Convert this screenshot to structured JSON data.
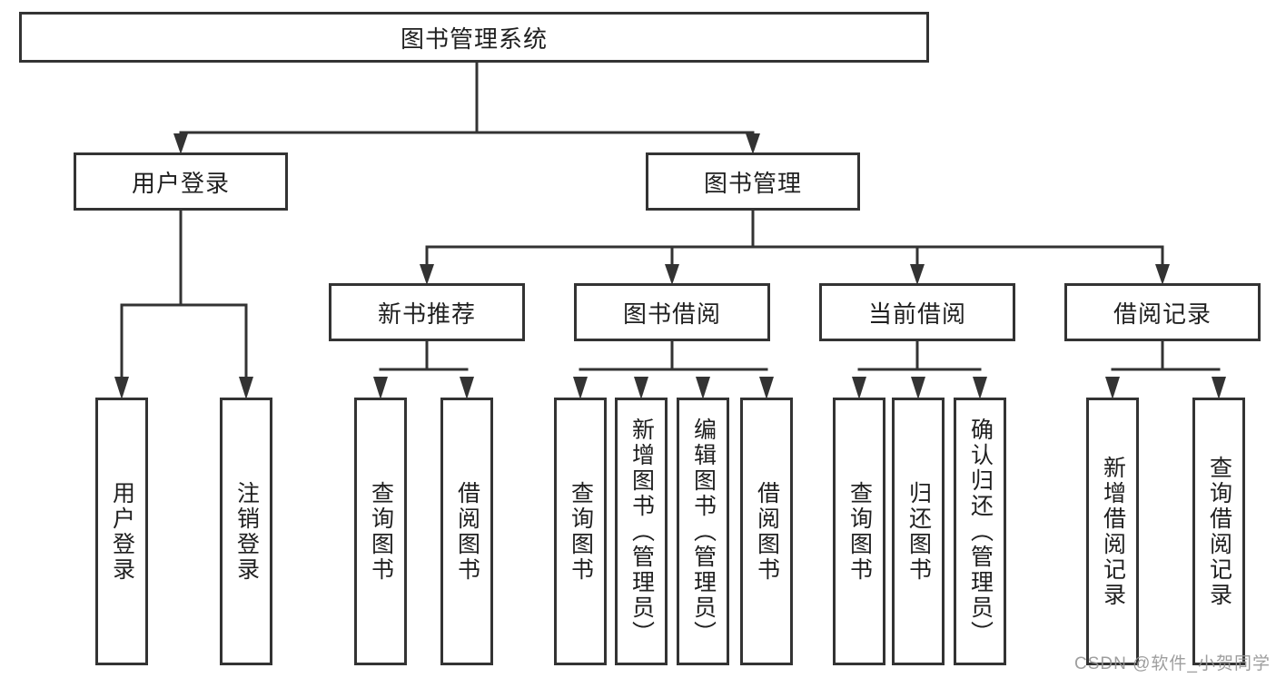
{
  "diagram_title": "图书管理系统",
  "tree": {
    "label": "图书管理系统",
    "children": [
      {
        "label": "用户登录",
        "children": [
          {
            "label": "用户登录"
          },
          {
            "label": "注销登录"
          }
        ]
      },
      {
        "label": "图书管理",
        "children": [
          {
            "label": "新书推荐",
            "children": [
              {
                "label": "查询图书"
              },
              {
                "label": "借阅图书"
              }
            ]
          },
          {
            "label": "图书借阅",
            "children": [
              {
                "label": "查询图书"
              },
              {
                "label": "新增图书（管理员）"
              },
              {
                "label": "编辑图书（管理员）"
              },
              {
                "label": "借阅图书"
              }
            ]
          },
          {
            "label": "当前借阅",
            "children": [
              {
                "label": "查询图书"
              },
              {
                "label": "归还图书"
              },
              {
                "label": "确认归还（管理员）"
              }
            ]
          },
          {
            "label": "借阅记录",
            "children": [
              {
                "label": "新增借阅记录"
              },
              {
                "label": "查询借阅记录"
              }
            ]
          }
        ]
      }
    ]
  },
  "watermark": {
    "text": "CSDN @软件_小贺同学"
  },
  "colors": {
    "line": "#333333",
    "border": "#333333",
    "text": "#1f1f1f",
    "box_background": "#ffffff",
    "page_background": "#ffffff",
    "watermark": "#949494"
  }
}
